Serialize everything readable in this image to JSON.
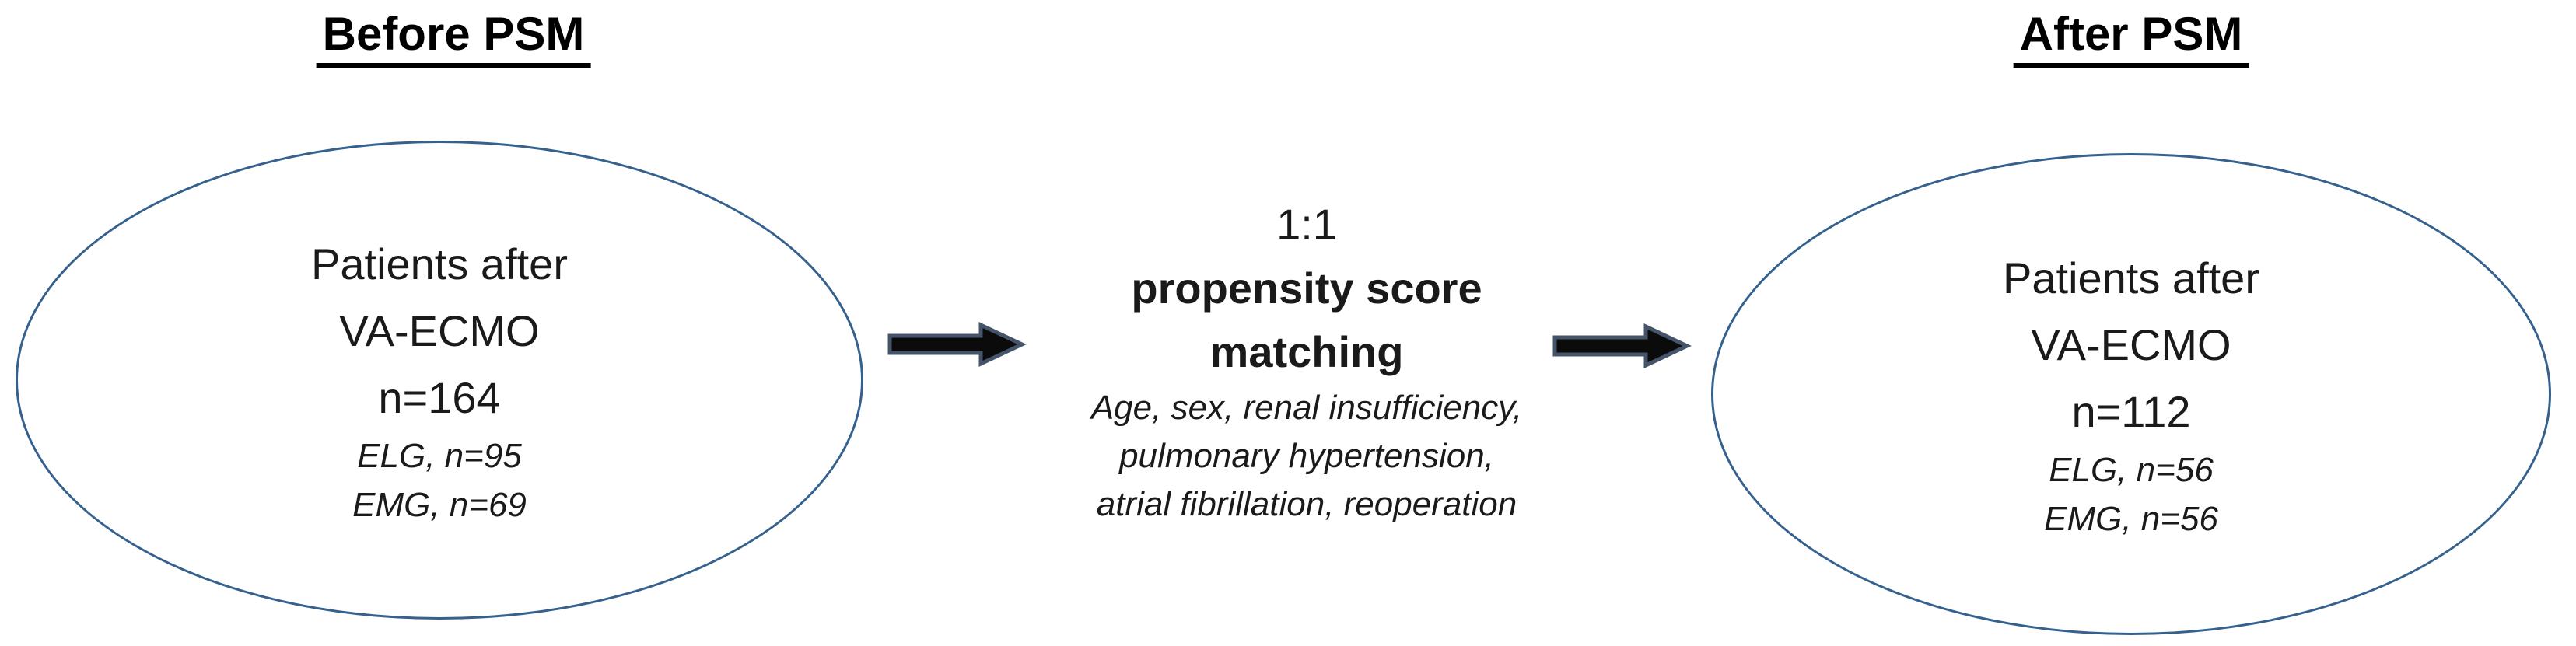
{
  "diagram": {
    "titles": {
      "before": "Before PSM",
      "after": "After PSM"
    },
    "before_psm": {
      "line1": "Patients after",
      "line2": "VA-ECMO",
      "total": "n=164",
      "elg": "ELG, n=95",
      "emg": "EMG, n=69"
    },
    "after_psm": {
      "line1": "Patients after",
      "line2": "VA-ECMO",
      "total": "n=112",
      "elg": "ELG, n=56",
      "emg": "EMG, n=56"
    },
    "matching": {
      "ratio": "1:1",
      "name_line1": "propensity score",
      "name_line2": "matching",
      "covariates": [
        "Age, sex, renal insufficiency,",
        "pulmonary hypertension,",
        "atrial fibrillation, reoperation"
      ]
    }
  },
  "colors": {
    "ellipse_border": "#35618f",
    "arrow_fill": "#0b0b0b",
    "arrow_outline": "#44546a",
    "text": "#1a1a1a"
  }
}
